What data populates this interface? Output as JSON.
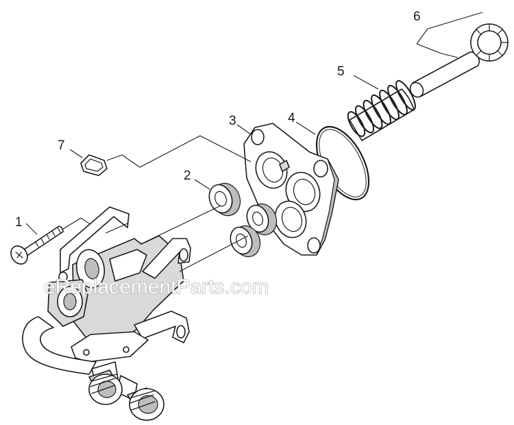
{
  "callouts": [
    {
      "id": "1",
      "label": "1"
    },
    {
      "id": "2",
      "label": "2"
    },
    {
      "id": "3",
      "label": "3"
    },
    {
      "id": "4",
      "label": "4"
    },
    {
      "id": "5",
      "label": "5"
    },
    {
      "id": "6",
      "label": "6"
    },
    {
      "id": "7",
      "label": "7"
    }
  ],
  "watermark": "eReplacementParts.com",
  "colors": {
    "line": "#1a1a1a",
    "fill": "#ffffff",
    "shade": "#bdbdbd"
  }
}
